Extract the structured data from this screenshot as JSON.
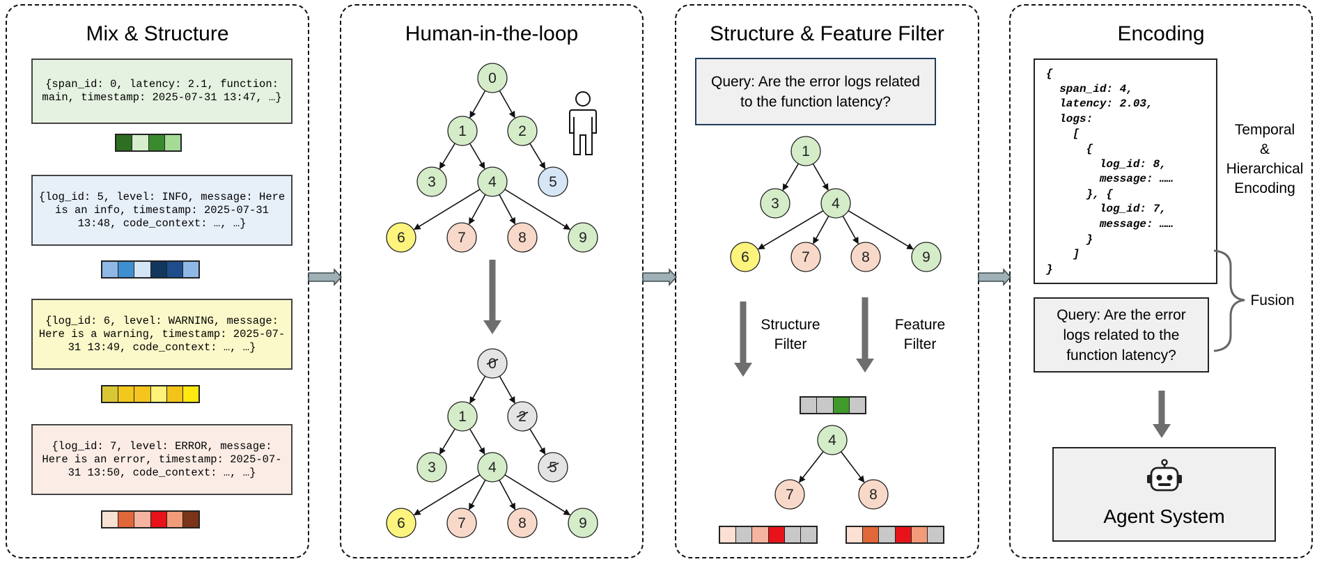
{
  "panels": {
    "mix": {
      "title": "Mix & Structure",
      "cards": [
        {
          "text": "{span_id: 0, latency: 2.1, function: main, timestamp: 2025-07-31 13:47, …}",
          "bg": "#e6f2e1",
          "strip": [
            "#2e6e22",
            "#d7eecd",
            "#3a8a2e",
            "#a6db97"
          ]
        },
        {
          "text": "{log_id: 5, level: INFO, message: Here is an info, timestamp: 2025-07-31 13:48, code_context: …, …}",
          "bg": "#e7eff9",
          "strip": [
            "#8fb8e6",
            "#3f8fd0",
            "#d4e6f5",
            "#12375e",
            "#1f4d8c",
            "#8fb8e6"
          ]
        },
        {
          "text": "{log_id: 6, level: WARNING, message: Here is a warning, timestamp: 2025-07-31 13:49, code_context: …, …}",
          "bg": "#fbf8c9",
          "strip": [
            "#d9c836",
            "#f3c81c",
            "#f5c41e",
            "#fff27a",
            "#f2c319",
            "#ffe710"
          ]
        },
        {
          "text": "{log_id: 7, level: ERROR, message: Here is an error, timestamp: 2025-07-31 13:50, code_context: …, …}",
          "bg": "#fbede6",
          "strip": [
            "#f7e1d3",
            "#e0673a",
            "#f4b4a0",
            "#e8131a",
            "#f29b79",
            "#7a3419"
          ]
        }
      ]
    },
    "hitl": {
      "title": "Human-in-the-loop",
      "person_icon": "person-icon",
      "top_tree_nodes": [
        "0",
        "1",
        "2",
        "3",
        "4",
        "5",
        "6",
        "7",
        "8",
        "9"
      ],
      "bottom_tree_nodes": [
        "0",
        "1",
        "2",
        "3",
        "4",
        "5",
        "6",
        "7",
        "8",
        "9"
      ],
      "struck_nodes": [
        "0",
        "2",
        "5"
      ]
    },
    "filter": {
      "title": "Structure & Feature Filter",
      "query": "Query: Are the error logs related to the function latency?",
      "tree_nodes": [
        "1",
        "3",
        "4",
        "6",
        "7",
        "8",
        "9"
      ],
      "structure_filter_label": "Structure\nFilter",
      "feature_filter_label": "Feature\nFilter",
      "result_nodes": [
        "4",
        "7",
        "8"
      ],
      "strip_top": [
        "#c8c8c8",
        "#c8c8c8",
        "#3f9a2b",
        "#c8c8c8"
      ],
      "strip_left": [
        "#fbe0d3",
        "#c8c8c8",
        "#f4b4a0",
        "#e8131a",
        "#c8c8c8",
        "#c8c8c8"
      ],
      "strip_right": [
        "#fbe0d3",
        "#e0673a",
        "#c8c8c8",
        "#e8131a",
        "#f29b79",
        "#c8c8c8"
      ]
    },
    "encoding": {
      "title": "Encoding",
      "json_lines": [
        "{",
        "  span_id: 4,",
        "  latency: 2.03,",
        "  logs:",
        "    [",
        "      {",
        "        log_id: 8,",
        "        message: ……",
        "      }, {",
        "        log_id: 7,",
        "        message: ……",
        "      }",
        "    ]",
        "}"
      ],
      "temporal_label": "Temporal\n&\nHierarchical\nEncoding",
      "query": "Query: Are the error logs related to the function latency?",
      "fusion_label": "Fusion",
      "agent_label": "Agent System",
      "robot_icon": "robot-icon"
    }
  },
  "colors": {
    "green": "#d5ecc9",
    "blue": "#d6e6f6",
    "yellow": "#fdf47e",
    "peach": "#f8d9c9",
    "gray": "#e4e4e4",
    "arrow": "#6e6e6e",
    "connector": "#9fb0b6"
  }
}
